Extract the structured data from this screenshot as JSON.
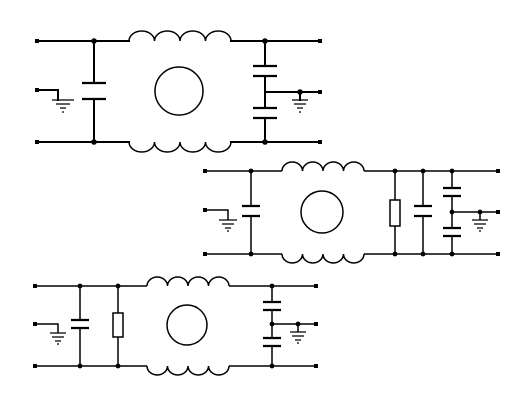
{
  "diagram": {
    "colors": {
      "line": "#000000",
      "background": "#ffffff"
    },
    "circuits": [
      {
        "id": "filter-1",
        "components": [
          "common-mode-choke",
          "x-capacitor",
          "y-capacitor-pair",
          "ground"
        ]
      },
      {
        "id": "filter-2",
        "components": [
          "common-mode-choke",
          "x-capacitor",
          "resistor",
          "x-capacitor",
          "y-capacitor-pair",
          "ground"
        ]
      },
      {
        "id": "filter-3",
        "components": [
          "x-capacitor",
          "resistor",
          "common-mode-choke",
          "y-capacitor-pair",
          "ground"
        ]
      }
    ]
  }
}
